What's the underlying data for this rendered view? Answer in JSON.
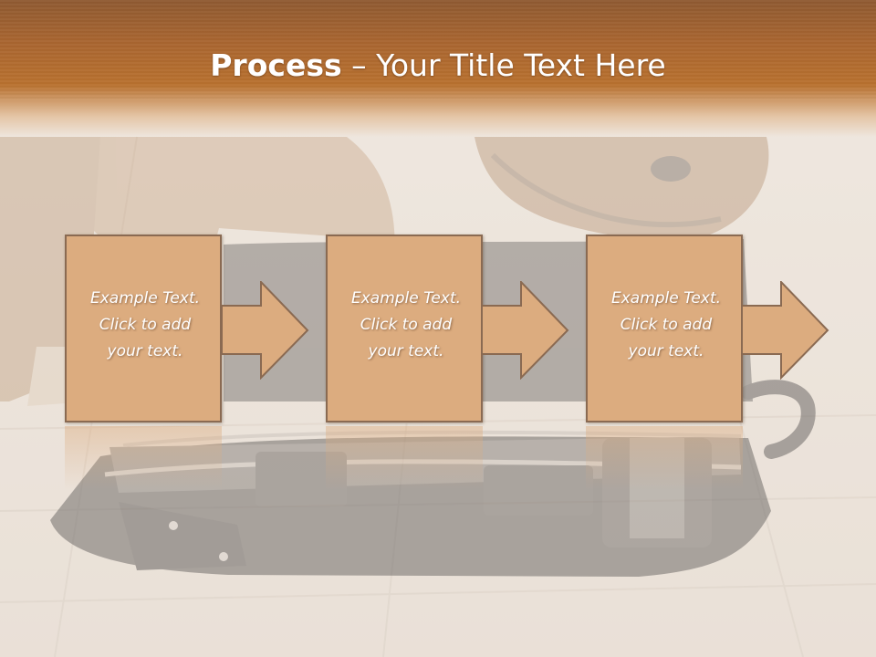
{
  "slide": {
    "title_bold": "Process",
    "title_rest": " – Your Title Text Here",
    "steps": [
      {
        "text": "Example Text.\nClick  to add\nyour text."
      },
      {
        "text": "Example Text.\nClick  to add\nyour text."
      },
      {
        "text": "Example Text.\nClick  to add\nyour text."
      }
    ]
  },
  "colors": {
    "title_band": "#b9712f",
    "box_fill": "#dcac7f",
    "box_border": "#8a6a52",
    "background": "#ebe2d9"
  },
  "background_image": "dog sniffing a black suitcase on tiled floor (faded photo)"
}
